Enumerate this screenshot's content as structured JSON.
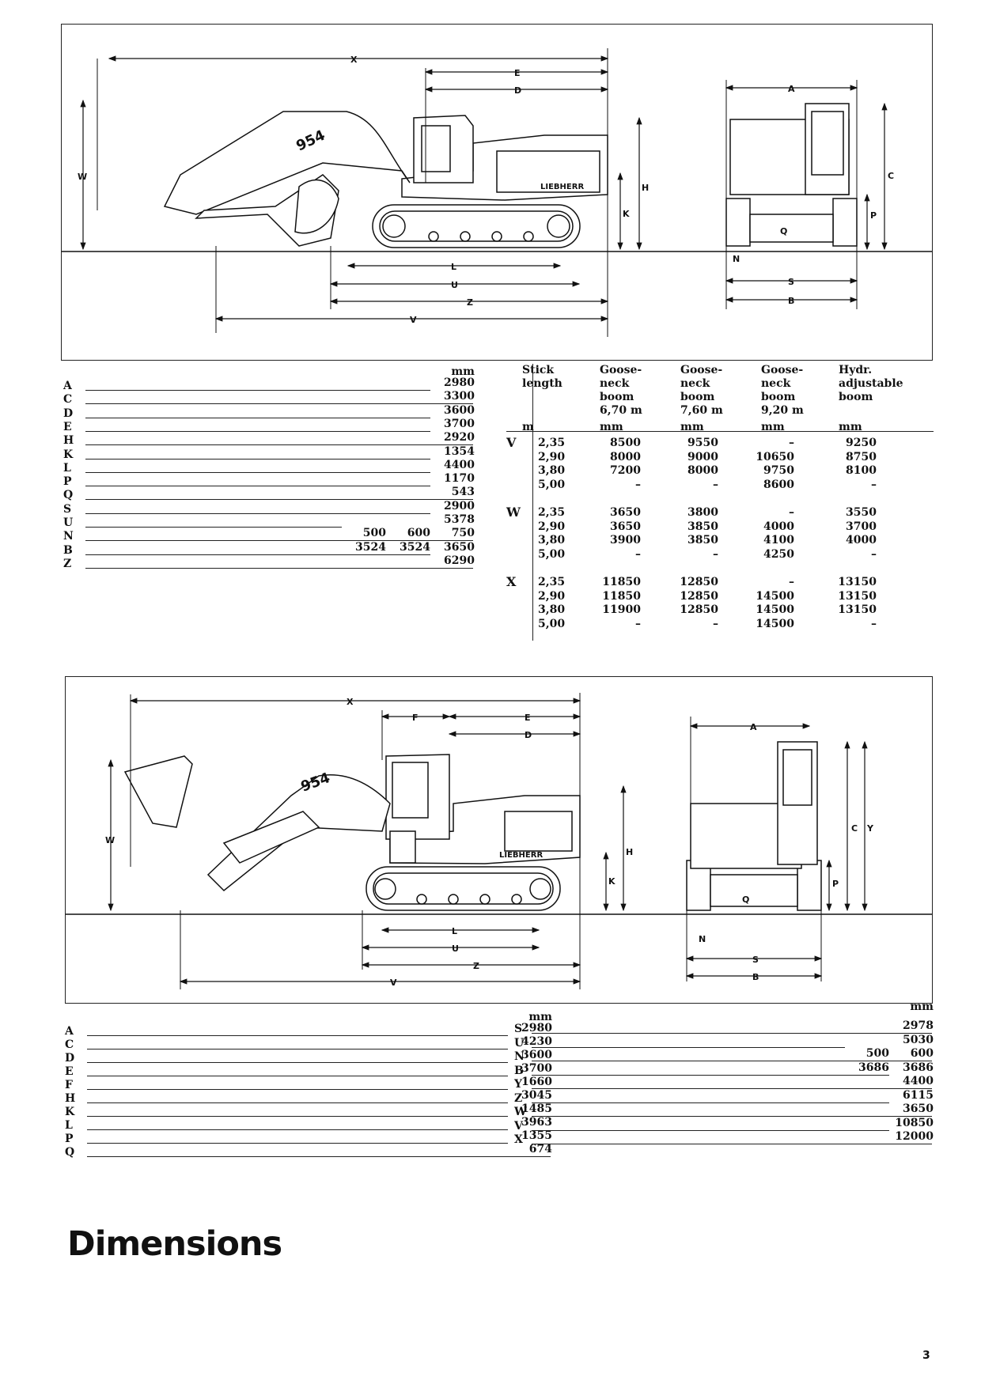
{
  "page_title": "Dimensions",
  "page_number": "3",
  "diagram1": {
    "labels": {
      "X": "X",
      "E": "E",
      "D": "D",
      "W": "W",
      "H": "H",
      "K": "K",
      "L": "L",
      "U": "U",
      "Z": "Z",
      "V": "V",
      "A": "A",
      "C": "C",
      "P": "P",
      "Q": "Q",
      "N": "N",
      "S": "S",
      "B": "B"
    },
    "model_text": "954",
    "brand_text": "LIEBHERR"
  },
  "diagram2": {
    "labels": {
      "X": "X",
      "F": "F",
      "E": "E",
      "D": "D",
      "W": "W",
      "H": "H",
      "K": "K",
      "L": "L",
      "U": "U",
      "Z": "Z",
      "V": "V",
      "A": "A",
      "C": "C",
      "Y": "Y",
      "P": "P",
      "Q": "Q",
      "N": "N",
      "S": "S",
      "B": "B"
    },
    "model_text": "954",
    "brand_text": "LIEBHERR"
  },
  "table1": {
    "unit": "mm",
    "rows": [
      {
        "label": "A",
        "values": [
          "2980"
        ]
      },
      {
        "label": "C",
        "values": [
          "3300"
        ]
      },
      {
        "label": "D",
        "values": [
          "3600"
        ]
      },
      {
        "label": "E",
        "values": [
          "3700"
        ]
      },
      {
        "label": "H",
        "values": [
          "2920"
        ]
      },
      {
        "label": "K",
        "values": [
          "1354"
        ]
      },
      {
        "label": "L",
        "values": [
          "4400"
        ]
      },
      {
        "label": "P",
        "values": [
          "1170"
        ]
      },
      {
        "label": "Q",
        "values": [
          "543"
        ]
      },
      {
        "label": "S",
        "values": [
          "2900"
        ]
      },
      {
        "label": "U",
        "values": [
          "5378"
        ]
      },
      {
        "label": "N",
        "values": [
          "500",
          "600",
          "750"
        ]
      },
      {
        "label": "B",
        "values": [
          "3524",
          "3524",
          "3650"
        ]
      },
      {
        "label": "Z",
        "values": [
          "6290"
        ]
      }
    ]
  },
  "stick_table": {
    "headers": [
      [
        "Stick",
        "length",
        "",
        "",
        "m"
      ],
      [
        "Goose-",
        "neck",
        "boom",
        "6,70 m",
        "mm"
      ],
      [
        "Goose-",
        "neck",
        "boom",
        "7,60 m",
        "mm"
      ],
      [
        "Goose-",
        "neck",
        "boom",
        "9,20 m",
        "mm"
      ],
      [
        "Hydr.",
        "adjustable",
        "boom",
        "",
        "mm"
      ]
    ],
    "groups": [
      {
        "name": "V",
        "rows": [
          [
            "2,35",
            "8500",
            "9550",
            "–",
            "9250"
          ],
          [
            "2,90",
            "8000",
            "9000",
            "10650",
            "8750"
          ],
          [
            "3,80",
            "7200",
            "8000",
            "9750",
            "8100"
          ],
          [
            "5,00",
            "–",
            "–",
            "8600",
            "–"
          ]
        ]
      },
      {
        "name": "W",
        "rows": [
          [
            "2,35",
            "3650",
            "3800",
            "–",
            "3550"
          ],
          [
            "2,90",
            "3650",
            "3850",
            "4000",
            "3700"
          ],
          [
            "3,80",
            "3900",
            "3850",
            "4100",
            "4000"
          ],
          [
            "5,00",
            "–",
            "–",
            "4250",
            "–"
          ]
        ]
      },
      {
        "name": "X",
        "rows": [
          [
            "2,35",
            "11850",
            "12850",
            "–",
            "13150"
          ],
          [
            "2,90",
            "11850",
            "12850",
            "14500",
            "13150"
          ],
          [
            "3,80",
            "11900",
            "12850",
            "14500",
            "13150"
          ],
          [
            "5,00",
            "–",
            "–",
            "14500",
            "–"
          ]
        ]
      }
    ]
  },
  "table2": {
    "unit": "mm",
    "rows": [
      {
        "label": "A",
        "values": [
          "2980"
        ]
      },
      {
        "label": "C",
        "values": [
          "4230"
        ]
      },
      {
        "label": "D",
        "values": [
          "3600"
        ]
      },
      {
        "label": "E",
        "values": [
          "3700"
        ]
      },
      {
        "label": "F",
        "values": [
          "1660"
        ]
      },
      {
        "label": "H",
        "values": [
          "3045"
        ]
      },
      {
        "label": "K",
        "values": [
          "1485"
        ]
      },
      {
        "label": "L",
        "values": [
          "3963"
        ]
      },
      {
        "label": "P",
        "values": [
          "1355"
        ]
      },
      {
        "label": "Q",
        "values": [
          "674"
        ]
      }
    ]
  },
  "table3": {
    "unit": "mm",
    "rows": [
      {
        "label": "S",
        "values": [
          "2978"
        ]
      },
      {
        "label": "U",
        "values": [
          "5030"
        ]
      },
      {
        "label": "N",
        "values": [
          "500",
          "600"
        ]
      },
      {
        "label": "B",
        "values": [
          "3686",
          "3686"
        ]
      },
      {
        "label": "Y",
        "values": [
          "4400"
        ]
      },
      {
        "label": "Z",
        "values": [
          "6115"
        ]
      },
      {
        "label": "W",
        "values": [
          "3650"
        ]
      },
      {
        "label": "V",
        "values": [
          "10850"
        ]
      },
      {
        "label": "X",
        "values": [
          "12000"
        ]
      }
    ]
  }
}
